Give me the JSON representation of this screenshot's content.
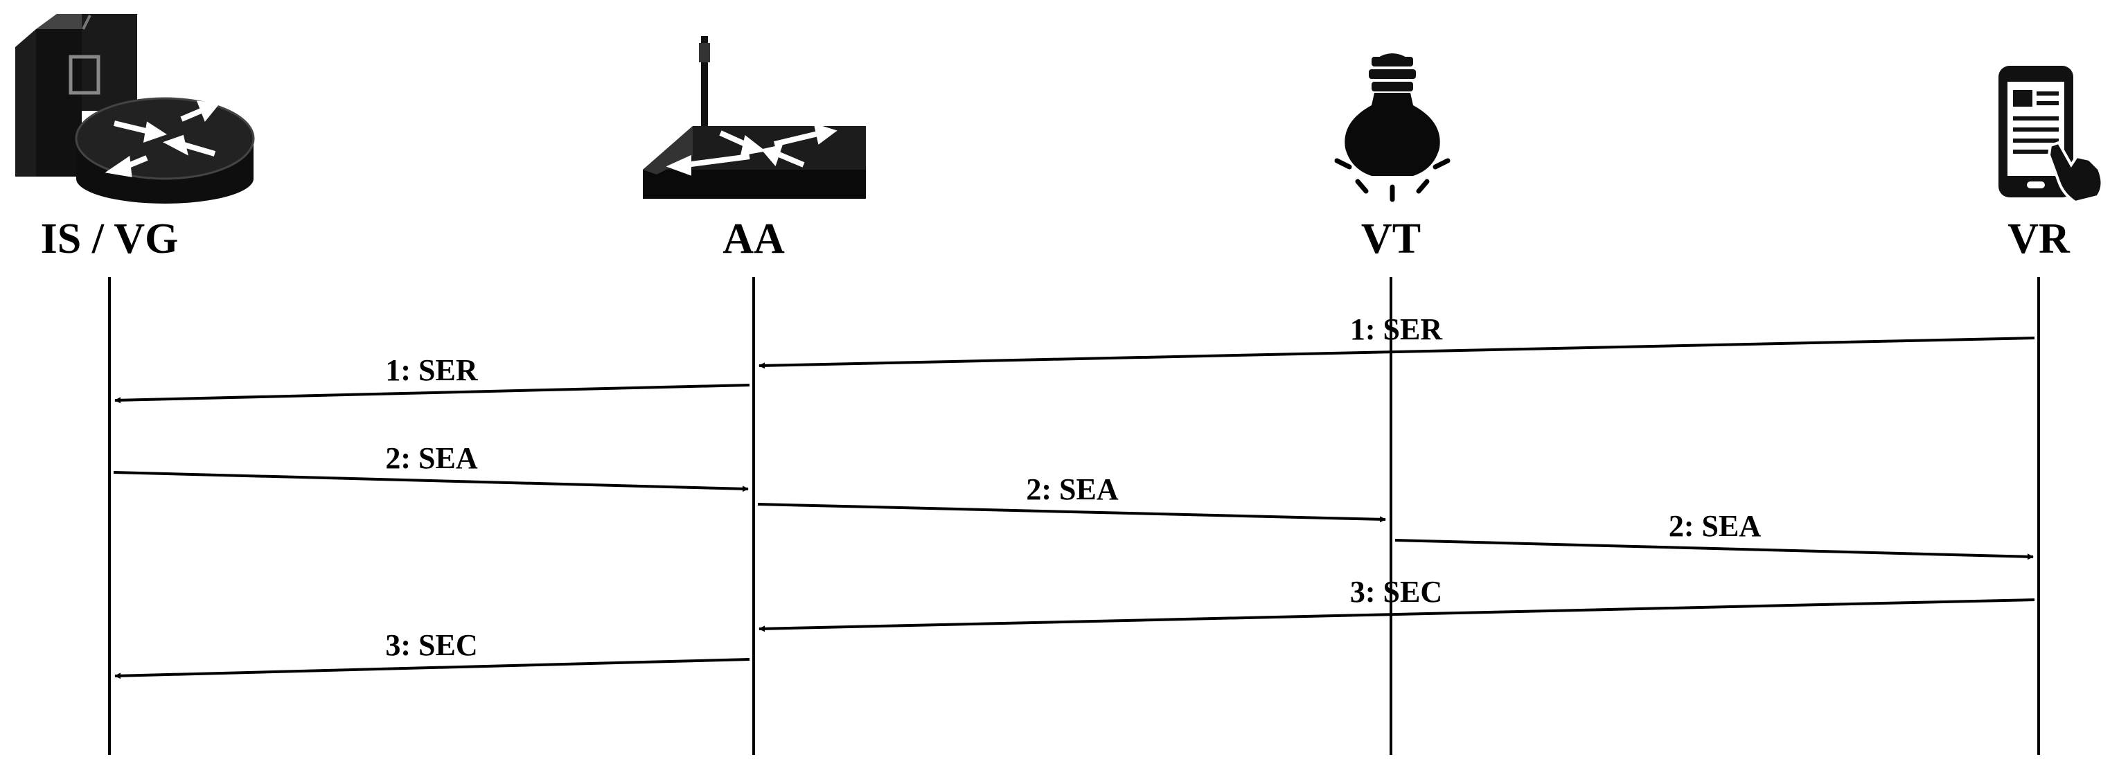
{
  "actors": [
    {
      "id": "is-vg",
      "label": "IS / VG",
      "icon": "server-router-icon"
    },
    {
      "id": "aa",
      "label": "AA",
      "icon": "access-point-router-icon"
    },
    {
      "id": "vt",
      "label": "VT",
      "icon": "light-bulb-icon"
    },
    {
      "id": "vr",
      "label": "VR",
      "icon": "smartphone-touch-icon"
    }
  ],
  "messages": [
    {
      "label": "1: SER",
      "from": "vr",
      "to": "aa"
    },
    {
      "label": "1: SER",
      "from": "aa",
      "to": "is-vg"
    },
    {
      "label": "2: SEA",
      "from": "is-vg",
      "to": "aa"
    },
    {
      "label": "2: SEA",
      "from": "aa",
      "to": "vt"
    },
    {
      "label": "2: SEA",
      "from": "vt",
      "to": "vr"
    },
    {
      "label": "3: SEC",
      "from": "vr",
      "to": "aa"
    },
    {
      "label": "3: SEC",
      "from": "aa",
      "to": "is-vg"
    }
  ]
}
